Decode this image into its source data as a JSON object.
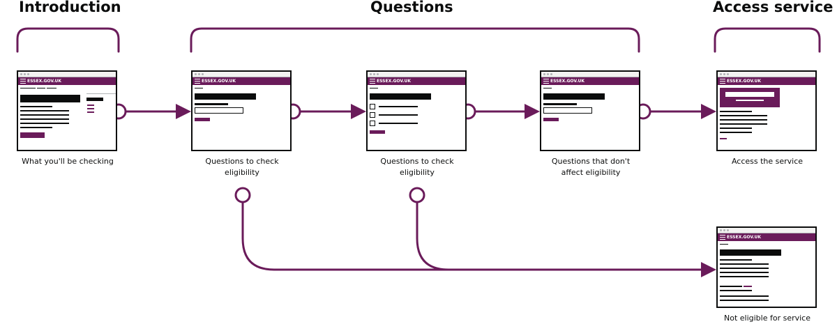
{
  "sections": {
    "introduction": "Introduction",
    "questions": "Questions",
    "access_service": "Access service"
  },
  "site_name": "ESSEX.GOV.UK",
  "pages": [
    {
      "id": "what-youll-be-checking",
      "caption": [
        "What you'll be checking"
      ]
    },
    {
      "id": "questions-check-eligibility-1",
      "caption": [
        "Questions to check",
        "eligibility"
      ]
    },
    {
      "id": "questions-check-eligibility-2",
      "caption": [
        "Questions to check",
        "eligibility"
      ]
    },
    {
      "id": "questions-dont-affect-eligibility",
      "caption": [
        "Questions that don't",
        "affect eligibility"
      ]
    },
    {
      "id": "access-the-service",
      "caption": [
        "Access the service"
      ]
    },
    {
      "id": "not-eligible",
      "caption": [
        "Not eligible for service"
      ]
    }
  ],
  "colors": {
    "accent": "#6a1b5a",
    "ink": "#0b0c0c",
    "chrome": "#f3f2f1"
  }
}
